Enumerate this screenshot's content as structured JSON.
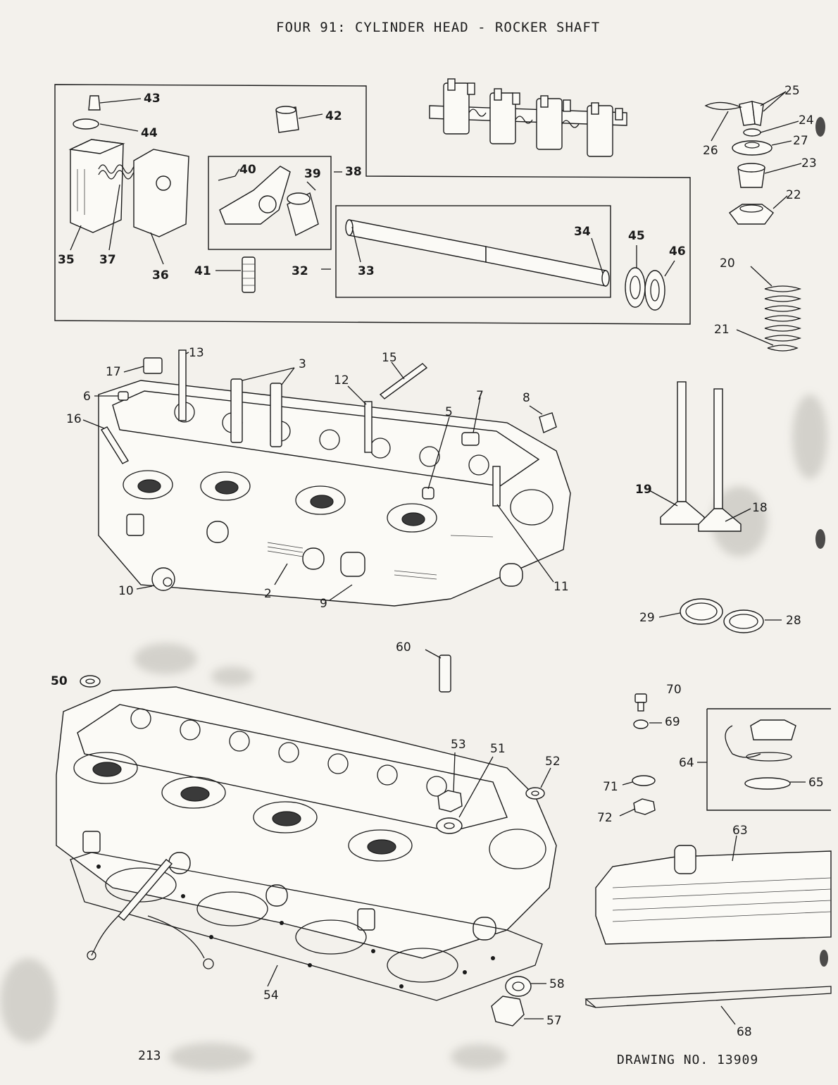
{
  "header": {
    "title": "FOUR 91:  CYLINDER HEAD - ROCKER SHAFT"
  },
  "footer": {
    "page_number": "213",
    "drawing_number": "DRAWING NO. 13909"
  },
  "callouts": {
    "c2": "2",
    "c3": "3",
    "c5": "5",
    "c6": "6",
    "c7": "7",
    "c8": "8",
    "c9": "9",
    "c10": "10",
    "c11": "11",
    "c12": "12",
    "c13": "13",
    "c15": "15",
    "c16": "16",
    "c17": "17",
    "c18": "18",
    "c19": "19",
    "c20": "20",
    "c21": "21",
    "c22": "22",
    "c23": "23",
    "c24": "24",
    "c25": "25",
    "c26": "26",
    "c27": "27",
    "c28": "28",
    "c29": "29",
    "c32": "32",
    "c33": "33",
    "c34": "34",
    "c35": "35",
    "c36": "36",
    "c37": "37",
    "c38": "38",
    "c39": "39",
    "c40": "40",
    "c41": "41",
    "c42": "42",
    "c43": "43",
    "c44": "44",
    "c45": "45",
    "c46": "46",
    "c50": "50",
    "c51": "51",
    "c52": "52",
    "c53": "53",
    "c54": "54",
    "c57": "57",
    "c58": "58",
    "c60": "60",
    "c63": "63",
    "c64": "64",
    "c65": "65",
    "c68": "68",
    "c69": "69",
    "c70": "70",
    "c71": "71",
    "c72": "72"
  }
}
